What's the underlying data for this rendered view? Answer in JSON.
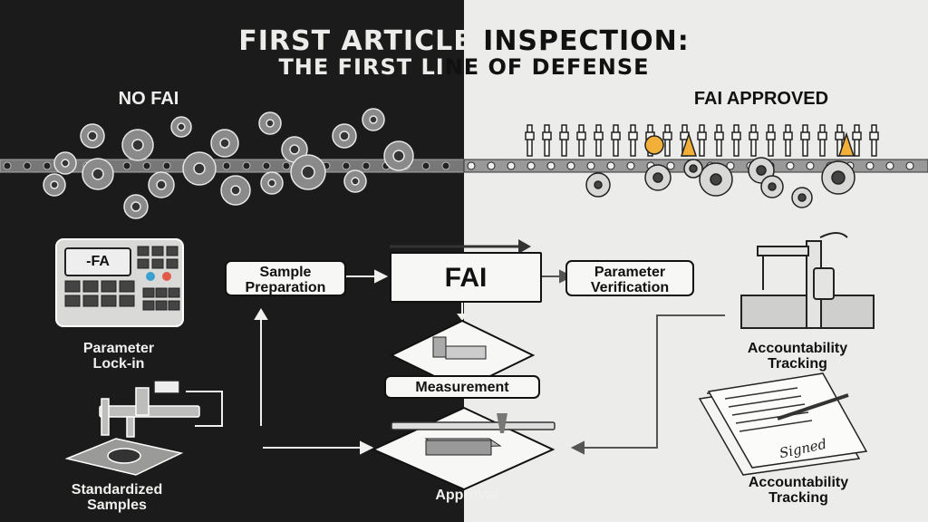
{
  "title": {
    "line1_left": "FIRST ARTICLE",
    "line1_right": " INSPECTION:",
    "line2_left": "THE FIRST LI",
    "line2_right": "NE OF DEFENSE"
  },
  "sides": {
    "left": "NO FAI",
    "right": "FAI APPROVED"
  },
  "machine_screen": "-FA",
  "flow": {
    "sample_prep_1": "Sample",
    "sample_prep_2": "Preparation",
    "fai": "FAI",
    "param_verify_1": "Parameter",
    "param_verify_2": "Verification",
    "measurement": "Measurement",
    "approval": "Approval"
  },
  "left_items": {
    "param_lock_1": "Parameter",
    "param_lock_2": "Lock-in",
    "std_samples_1": "Standardized",
    "std_samples_2": "Samples"
  },
  "right_items": {
    "accountability_1a": "Accountability",
    "accountability_1b": "Tracking",
    "accountability_2a": "Accountability",
    "accountability_2b": "Tracking",
    "signed": "Signed"
  }
}
